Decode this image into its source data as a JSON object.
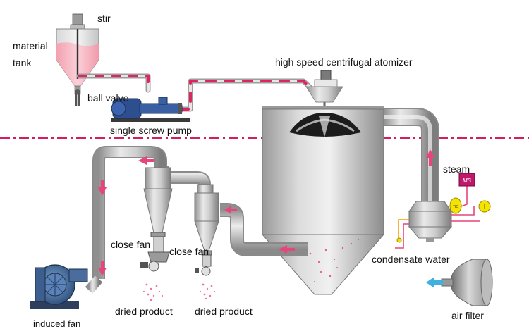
{
  "labels": {
    "stir": "stir",
    "material_line1": "material",
    "material_line2": "tank",
    "ball_valve": "ball valve",
    "single_screw_pump": "single screw pump",
    "atomizer": "high speed centrifugal atomizer",
    "steam": "steam",
    "close_fan_1": "close fan",
    "close_fan_2": "close fan",
    "condensate_water": "condensate water",
    "dried_product_1": "dried product",
    "dried_product_2": "dried product",
    "induced_fan": "induced fan",
    "air_filter": "air filter"
  },
  "gauge_marks": {
    "steam_box": "MS",
    "gauge_a": "TIC",
    "gauge_b": "I"
  },
  "colors": {
    "pipe_stripe": "#e0245e",
    "flow_arrow": "#e8457a",
    "steam_box": "#c0176a",
    "gauge_yellow": "#f5e400",
    "filter_arrow": "#3fb0e0",
    "divider": "#d81b60",
    "pump_blue": "#2e4f8f"
  }
}
